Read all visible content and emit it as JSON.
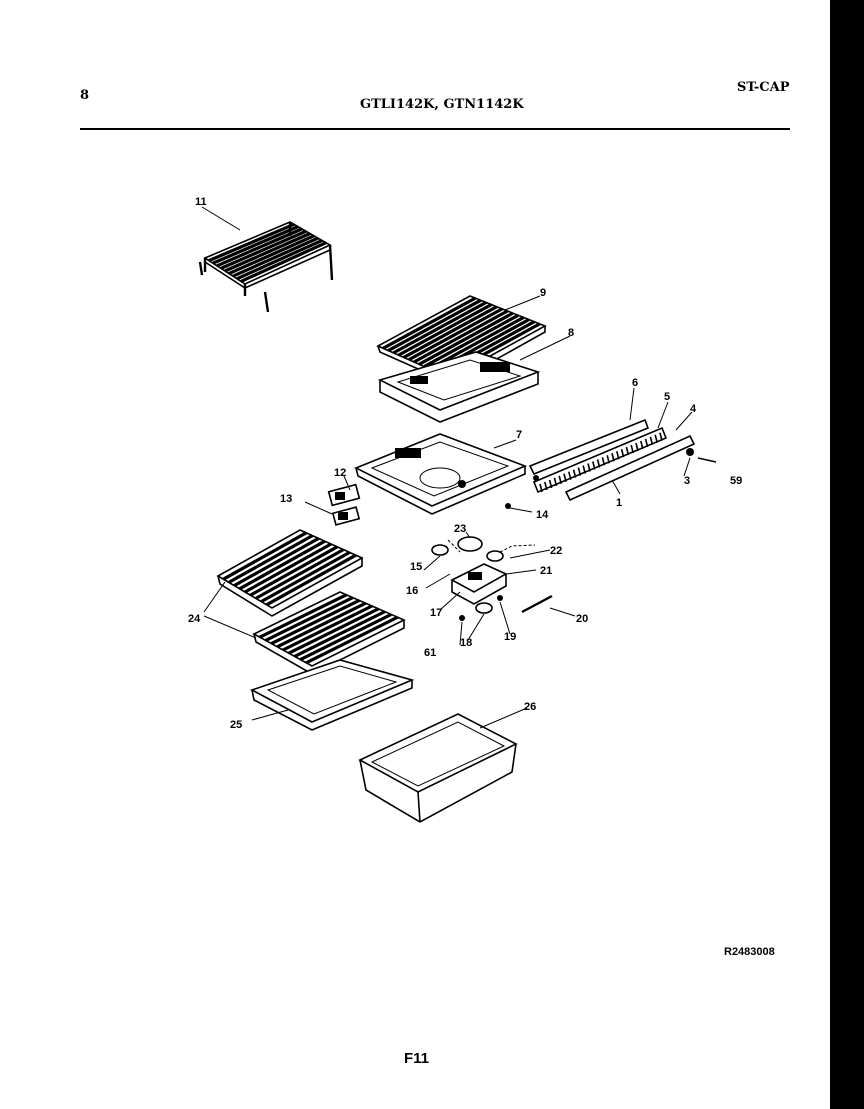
{
  "header": {
    "page_number": "8",
    "model_numbers": "GTLI142K, GTN1142K",
    "section_code": "ST-CAP"
  },
  "footer": {
    "figure_number": "F11",
    "drawing_ref": "R2483008"
  },
  "part_callouts": [
    "11",
    "9",
    "8",
    "6",
    "5",
    "4",
    "7",
    "3",
    "59",
    "1",
    "12",
    "13",
    "14",
    "23",
    "22",
    "15",
    "21",
    "16",
    "17",
    "20",
    "24",
    "61",
    "18",
    "19",
    "25",
    "26"
  ]
}
